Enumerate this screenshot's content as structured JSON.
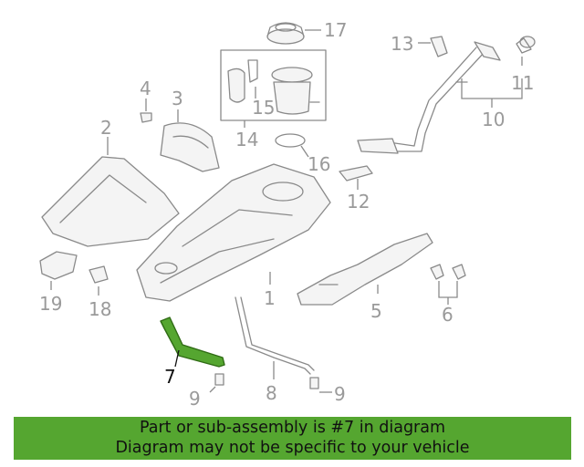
{
  "diagram": {
    "highlight_color": "#55a630",
    "callouts": {
      "c1": "1",
      "c2": "2",
      "c3": "3",
      "c4": "4",
      "c5": "5",
      "c6": "6",
      "c7": "7",
      "c8": "8",
      "c9a": "9",
      "c9b": "9",
      "c10": "10",
      "c11": "11",
      "c12": "12",
      "c13": "13",
      "c14": "14",
      "c15": "15",
      "c16": "16",
      "c17": "17",
      "c18": "18",
      "c19": "19"
    }
  },
  "banner": {
    "line1": "Part or sub-assembly is #7 in diagram",
    "line2": "Diagram may not be specific to your vehicle",
    "background": "#55a630"
  }
}
